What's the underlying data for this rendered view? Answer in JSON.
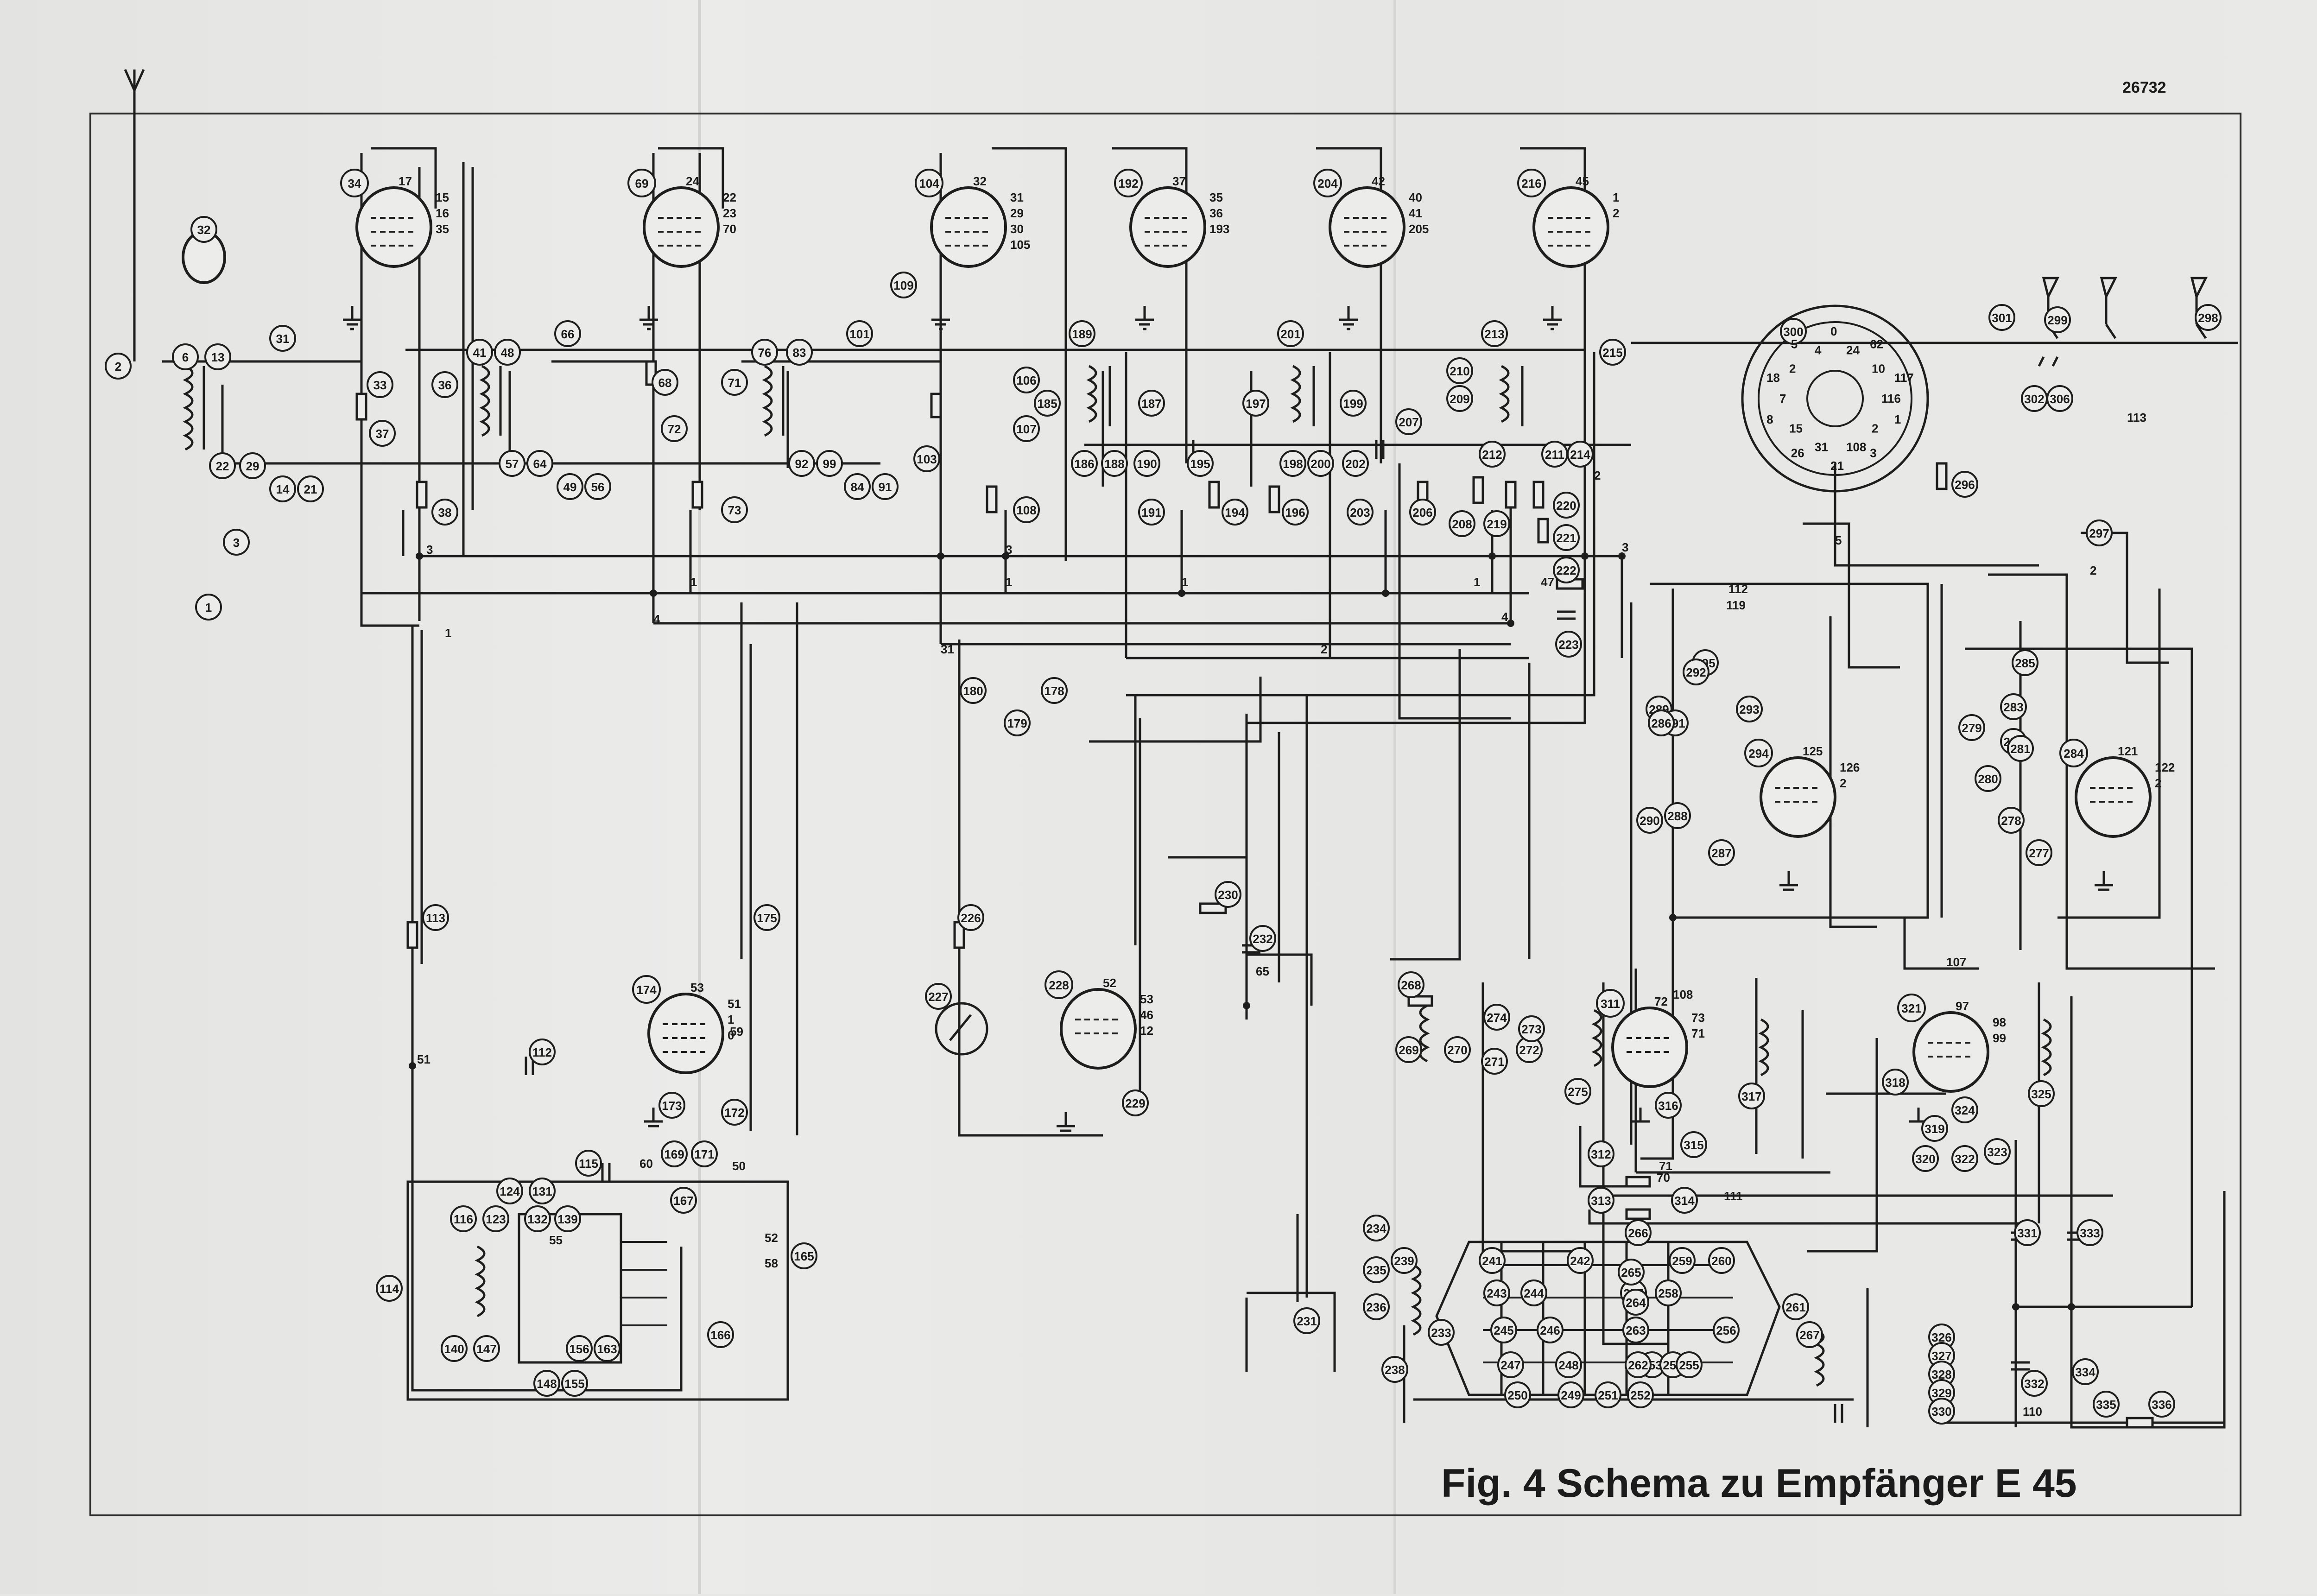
{
  "sheet_number": "26732",
  "title": "Fig. 4 Schema zu Empfänger E 45",
  "tubes": [
    {
      "ref": "34",
      "pin_top": "17",
      "pins": [
        "15",
        "16",
        "35"
      ]
    },
    {
      "ref": "69",
      "pin_top": "24",
      "pins": [
        "22",
        "23",
        "70"
      ]
    },
    {
      "ref": "104",
      "pin_top": "32",
      "pins": [
        "31",
        "29",
        "30",
        "105"
      ]
    },
    {
      "ref": "192",
      "pin_top": "37",
      "pins": [
        "35",
        "36",
        "193"
      ]
    },
    {
      "ref": "204",
      "pin_top": "42",
      "pins": [
        "40",
        "41",
        "205"
      ]
    },
    {
      "ref": "216",
      "pin_top": "45",
      "pins": [
        "1",
        "2"
      ]
    },
    {
      "ref": "174",
      "pin_top": "53",
      "pins": [
        "51",
        "1",
        "0"
      ]
    },
    {
      "ref": "228",
      "pin_top": "52",
      "pins": [
        "53",
        "46",
        "12"
      ]
    },
    {
      "ref": "311",
      "pin_top": "72",
      "pins": [
        "73",
        "71"
      ]
    },
    {
      "ref": "321",
      "pin_top": "97",
      "pins": [
        "98",
        "99"
      ]
    },
    {
      "ref": "294",
      "pin_top": "125",
      "pins": [
        "126",
        "2"
      ]
    },
    {
      "ref": "284",
      "pin_top": "121",
      "pins": [
        "122",
        "2"
      ]
    }
  ],
  "selector": {
    "ref": "300",
    "labels": [
      "0",
      "24",
      "62",
      "10",
      "117",
      "116",
      "1",
      "2",
      "3",
      "108",
      "21",
      "31",
      "26",
      "15",
      "8",
      "7",
      "18",
      "2",
      "5",
      "4"
    ]
  },
  "component_labels": [
    "32",
    "2",
    "6",
    "13",
    "22",
    "29",
    "14",
    "21",
    "31",
    "33",
    "36",
    "37",
    "38",
    "3",
    "1",
    "41",
    "48",
    "57",
    "64",
    "49",
    "56",
    "66",
    "68",
    "71",
    "72",
    "73",
    "76",
    "83",
    "92",
    "99",
    "84",
    "91",
    "101",
    "103",
    "106",
    "107",
    "108",
    "109",
    "185",
    "186",
    "188",
    "187",
    "189",
    "190",
    "191",
    "195",
    "194",
    "197",
    "198",
    "196",
    "200",
    "199",
    "201",
    "202",
    "203",
    "207",
    "206",
    "208",
    "209",
    "210",
    "211",
    "212",
    "213",
    "214",
    "215",
    "219",
    "220",
    "221",
    "222",
    "223",
    "180",
    "179",
    "178",
    "113",
    "112",
    "115",
    "116",
    "123",
    "124",
    "131",
    "132",
    "139",
    "114",
    "140",
    "147",
    "148",
    "155",
    "156",
    "163",
    "166",
    "169",
    "171",
    "167",
    "172",
    "173",
    "175",
    "165",
    "226",
    "227",
    "229",
    "230",
    "232",
    "234",
    "235",
    "236",
    "231",
    "239",
    "238",
    "233",
    "241",
    "242",
    "243",
    "244",
    "245",
    "246",
    "247",
    "248",
    "249",
    "250",
    "251",
    "252",
    "253",
    "254",
    "255",
    "256",
    "257",
    "258",
    "259",
    "260",
    "261",
    "262",
    "263",
    "264",
    "265",
    "266",
    "267",
    "268",
    "269",
    "270",
    "271",
    "272",
    "273",
    "274",
    "275",
    "312",
    "313",
    "314",
    "315",
    "316",
    "317",
    "318",
    "319",
    "320",
    "322",
    "323",
    "324",
    "325",
    "326",
    "327",
    "328",
    "329",
    "330",
    "331",
    "332",
    "333",
    "334",
    "335",
    "336",
    "301",
    "299",
    "298",
    "302",
    "306",
    "296",
    "297",
    "295",
    "292",
    "293",
    "289",
    "290",
    "291",
    "288",
    "287",
    "286",
    "285",
    "282",
    "283",
    "279",
    "280",
    "281",
    "278",
    "277"
  ],
  "wire_labels": [
    "1",
    "2",
    "3",
    "4",
    "5",
    "31",
    "51",
    "65",
    "70",
    "71",
    "107",
    "108",
    "110",
    "111",
    "112",
    "113",
    "119",
    "47",
    "60",
    "50",
    "52",
    "55",
    "58",
    "59"
  ]
}
